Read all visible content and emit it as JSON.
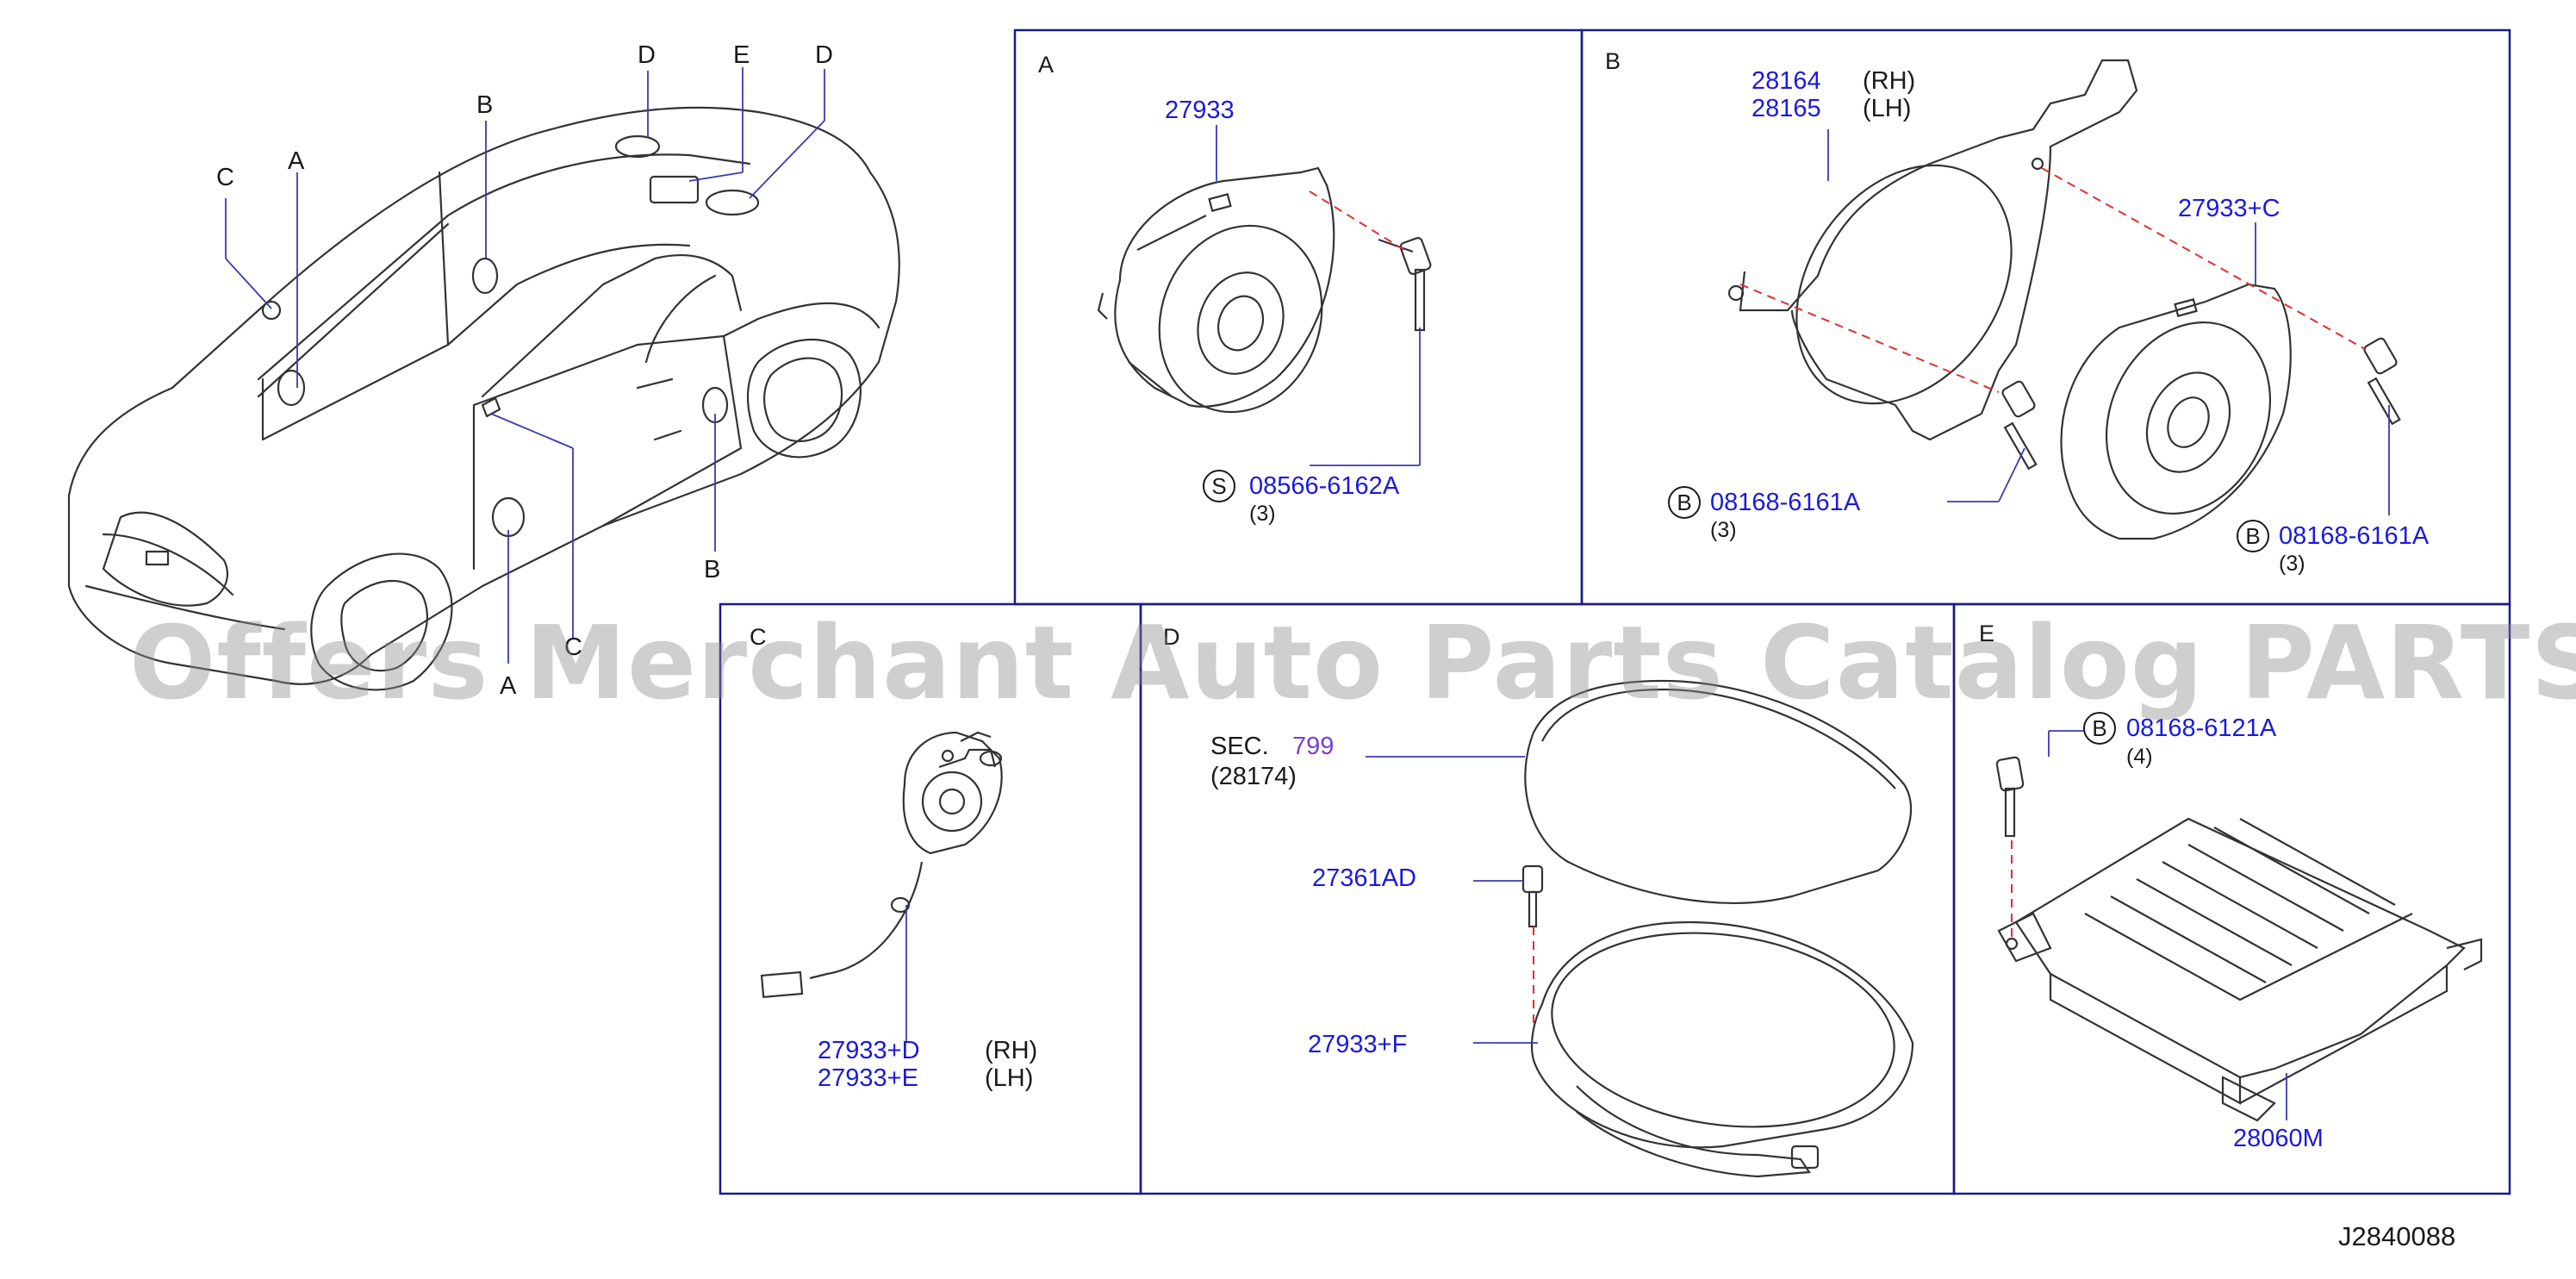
{
  "car_callouts": {
    "a_top": "A",
    "a_bottom": "A",
    "b_top": "B",
    "b_bottom": "B",
    "c_top": "C",
    "c_bottom": "C",
    "d_left": "D",
    "d_right": "D",
    "e": "E"
  },
  "panels": {
    "a": {
      "letter": "A",
      "part": "27933",
      "bolt_symbol": "S",
      "bolt_part": "08566-6162A",
      "bolt_qty": "(3)"
    },
    "b": {
      "letter": "B",
      "bracket_rh": "28164",
      "bracket_rh_side": "(RH)",
      "bracket_lh": "28165",
      "bracket_lh_side": "(LH)",
      "speaker": "27933+C",
      "bolt1_symbol": "B",
      "bolt1_part": "08168-6161A",
      "bolt1_qty": "(3)",
      "bolt2_symbol": "B",
      "bolt2_part": "08168-6161A",
      "bolt2_qty": "(3)"
    },
    "c": {
      "letter": "C",
      "tweeter_rh": "27933+D",
      "tweeter_rh_side": "(RH)",
      "tweeter_lh": "27933+E",
      "tweeter_lh_side": "(LH)"
    },
    "d": {
      "letter": "D",
      "sec_prefix": "SEC.",
      "sec_number": "799",
      "sec_sub": "(28174)",
      "clip": "27361AD",
      "speaker": "27933+F"
    },
    "e": {
      "letter": "E",
      "bolt_symbol": "B",
      "bolt_part": "08168-6121A",
      "bolt_qty": "(4)",
      "amplifier": "28060M"
    }
  },
  "watermark": "Offers Merchant Auto Parts Catalog PARTSTORE.SA",
  "diagram_id": "J2840088",
  "colors": {
    "part_number": "#1a1adc",
    "section_ref": "#7a3fd0",
    "dashed_line": "#e03030",
    "line": "#333333"
  }
}
